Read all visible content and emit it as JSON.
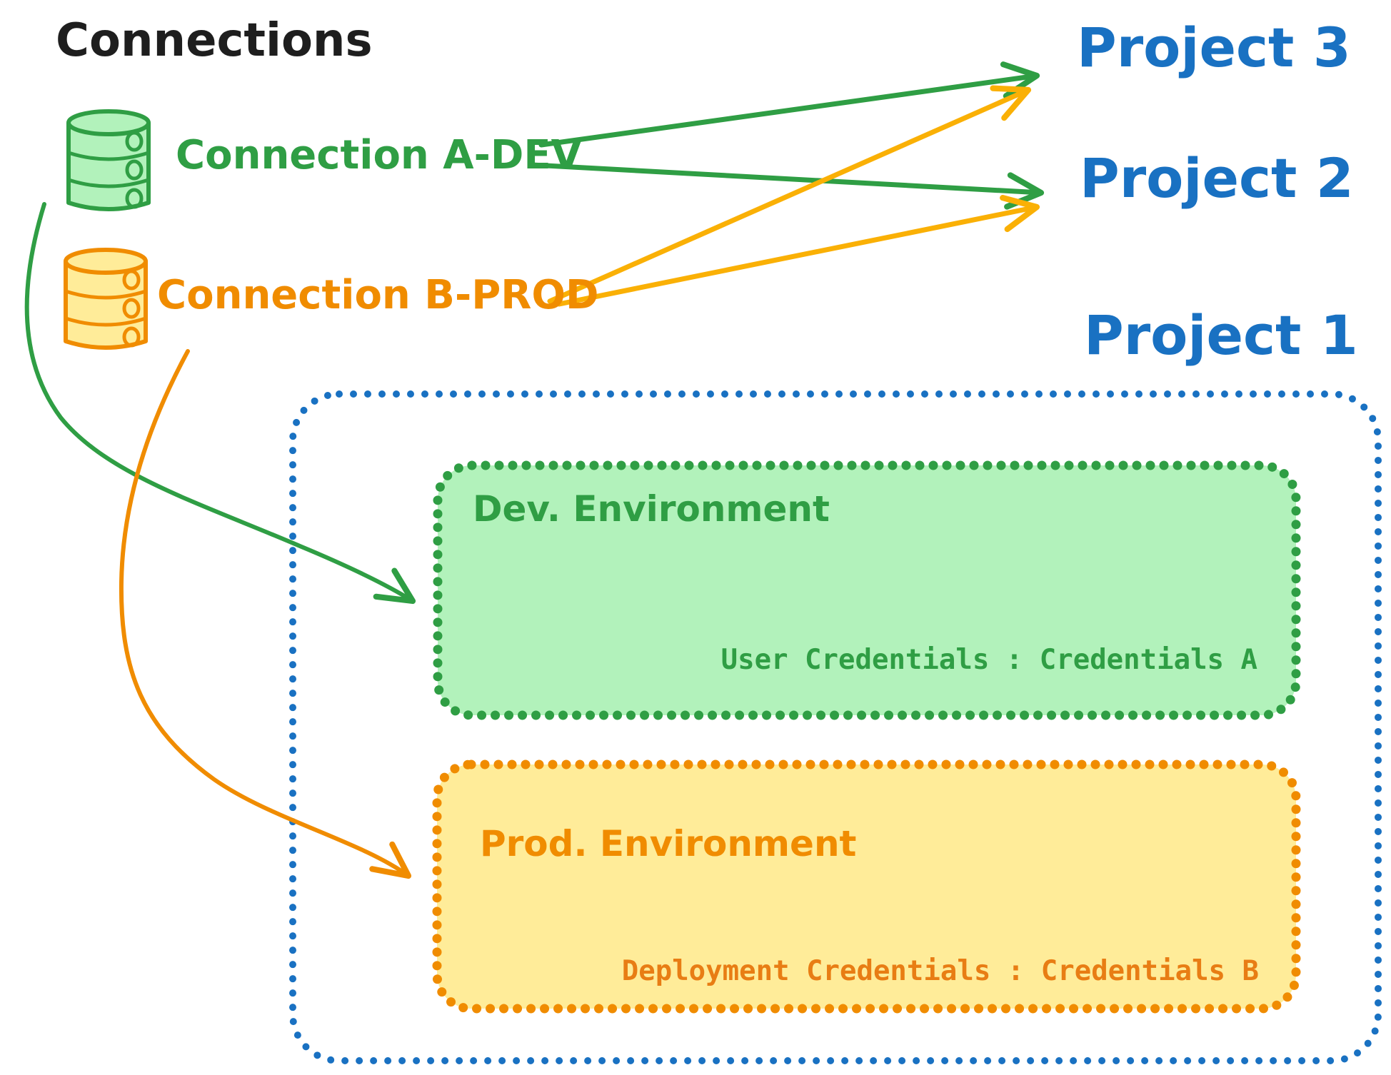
{
  "title": "Connections",
  "connections": [
    {
      "id": "a-dev",
      "label": "Connection A-DEV",
      "color": "#2f9e44",
      "icon": "database-icon"
    },
    {
      "id": "b-prod",
      "label": "Connection B-PROD",
      "color": "#f08c00",
      "icon": "database-icon"
    }
  ],
  "projects": [
    {
      "label": "Project 3"
    },
    {
      "label": "Project 2"
    },
    {
      "label": "Project 1"
    }
  ],
  "environments": {
    "dev": {
      "title": "Dev. Environment",
      "credentials": "User Credentials : Credentials A"
    },
    "prod": {
      "title": "Prod. Environment",
      "credentials": "Deployment Credentials : Credentials B"
    }
  },
  "edges": [
    {
      "from": "Connection A-DEV",
      "to": "Project 3"
    },
    {
      "from": "Connection A-DEV",
      "to": "Project 2"
    },
    {
      "from": "Connection B-PROD",
      "to": "Project 3"
    },
    {
      "from": "Connection B-PROD",
      "to": "Project 2"
    },
    {
      "from": "Connection A-DEV",
      "to": "Dev. Environment (Project 1)"
    },
    {
      "from": "Connection B-PROD",
      "to": "Prod. Environment (Project 1)"
    }
  ],
  "colors": {
    "ink": "#1e1e1e",
    "blue": "#1971c2",
    "green": "#2f9e44",
    "green_fill": "#b2f2bb",
    "orange": "#f08c00",
    "orange_fill": "#ffec99",
    "yellow": "#fab005",
    "orange_text": "#e87d14"
  }
}
